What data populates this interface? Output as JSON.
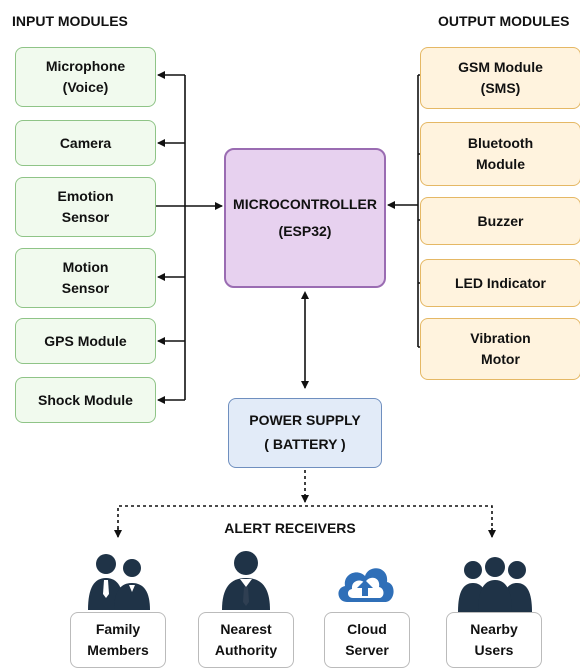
{
  "headings": {
    "input": "INPUT MODULES",
    "output": "OUTPUT MODULES"
  },
  "inputs": [
    {
      "label": "Microphone\n(Voice)"
    },
    {
      "label": "Camera"
    },
    {
      "label": "Emotion\nSensor"
    },
    {
      "label": "Motion\nSensor"
    },
    {
      "label": "GPS Module"
    },
    {
      "label": "Shock Module"
    }
  ],
  "microcontroller": {
    "line1": "MICROCONTROLLER",
    "line2": "(ESP32)"
  },
  "outputs": [
    {
      "label": "GSM Module\n(SMS)"
    },
    {
      "label": "Bluetooth\nModule"
    },
    {
      "label": "Buzzer"
    },
    {
      "label": "LED Indicator"
    },
    {
      "label": "Vibration\nMotor"
    }
  ],
  "power": {
    "line1": "POWER SUPPLY",
    "line2": "( BATTERY )"
  },
  "alert": {
    "title": "ALERT RECEIVERS",
    "receivers": [
      {
        "label": "Family\nMembers",
        "icon": "family-icon"
      },
      {
        "label": "Nearest\nAuthority",
        "icon": "authority-icon"
      },
      {
        "label": "Cloud\nServer",
        "icon": "cloud-upload-icon"
      },
      {
        "label": "Nearby\nUsers",
        "icon": "users-group-icon"
      }
    ]
  },
  "colors": {
    "input_fill": "#f1faee",
    "input_border": "#8fc487",
    "output_fill": "#fff3de",
    "output_border": "#e5b865",
    "mcu_fill": "#e7d1ef",
    "mcu_border": "#9a6cb2",
    "power_fill": "#e2ebf8",
    "power_border": "#6f8fbf",
    "icon_dark": "#1f3347",
    "cloud_blue": "#2f6fb8"
  }
}
